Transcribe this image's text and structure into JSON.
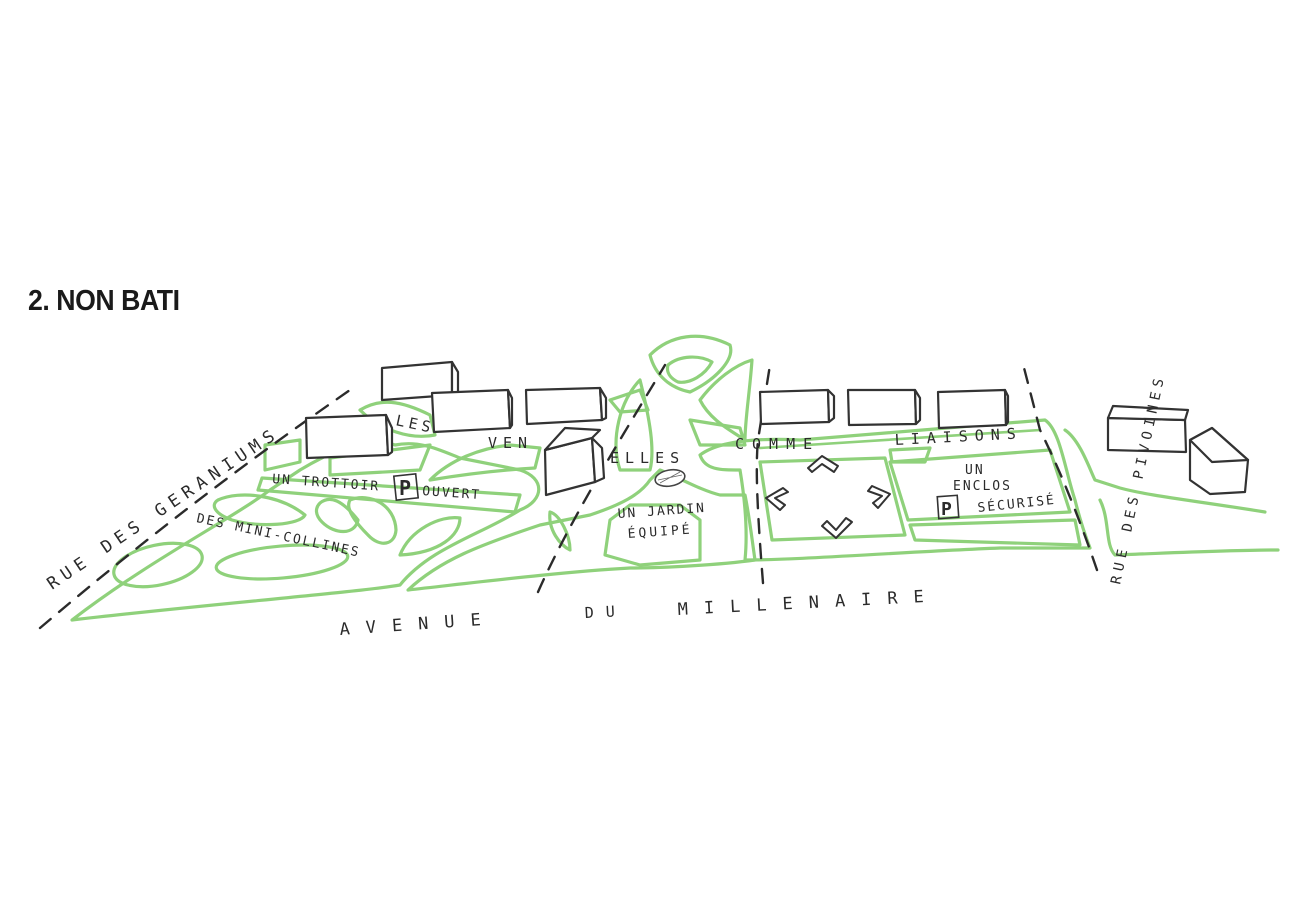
{
  "title": "2. NON BATI",
  "labels": {
    "rue_des_geraniums": "RUE DES GERANIUMS",
    "les": "LES",
    "ven": "VEN",
    "elles": "ELLES",
    "comme": "COMME",
    "liaisons": "LIAISONS",
    "rue_des_pivoines": "RUE DES PIVOINES",
    "un_trottoir": "UN TROTTOIR",
    "parking_p": "P",
    "ouvert": "OUVERT",
    "des_mini_collines": "DES MINI-COLLINES",
    "un_jardin": "UN JARDIN",
    "equipe": "ÉQUIPÉ",
    "un_enclos": "UN",
    "enclos": "ENCLOS",
    "securise": "SÉCURISÉ",
    "parking_p2": "P",
    "avenue": "AVENUE",
    "du": "DU",
    "millenaire": "MILLENAIRE"
  },
  "colors": {
    "green_stroke": "#8fd17b",
    "ink": "#2b2b2b"
  }
}
